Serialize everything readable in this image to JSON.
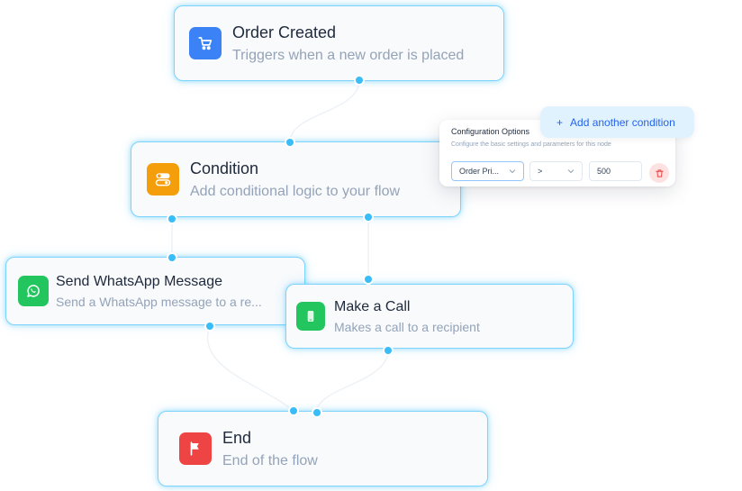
{
  "nodes": {
    "order_created": {
      "title": "Order Created",
      "description": "Triggers when a new order is placed",
      "icon": "shopping-cart-icon",
      "color": "#3b82f6"
    },
    "condition": {
      "title": "Condition",
      "description": "Add conditional logic to your flow",
      "icon": "toggle-icon",
      "color": "#f59e0b"
    },
    "send_whatsapp": {
      "title": "Send WhatsApp Message",
      "description": "Send a WhatsApp message to a re...",
      "icon": "whatsapp-icon",
      "color": "#22c55e"
    },
    "make_call": {
      "title": "Make a Call",
      "description": "Makes a call to a recipient",
      "icon": "phone-icon",
      "color": "#22c55e"
    },
    "end": {
      "title": "End",
      "description": "End of the flow",
      "icon": "flag-icon",
      "color": "#ef4444"
    }
  },
  "config_panel": {
    "title": "Configuration Options",
    "description": "Configure the basic settings and parameters for this node",
    "field_select": "Order Pri...",
    "operator_select": ">",
    "value": "500"
  },
  "add_condition": {
    "plus": "+",
    "label": "Add another condition"
  },
  "colors": {
    "accent": "#38bdf8",
    "node_border": "#7dd3fc",
    "link_text": "#2563eb"
  }
}
